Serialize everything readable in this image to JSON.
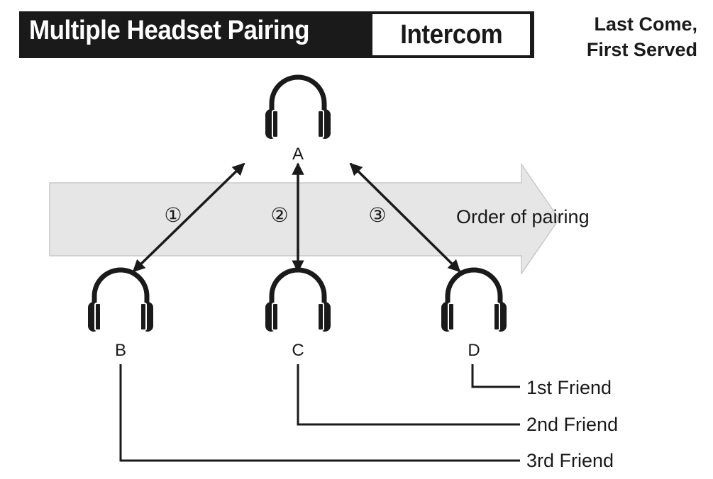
{
  "header": {
    "title": "Multiple Headset Pairing",
    "tag": "Intercom"
  },
  "note": {
    "line1": "Last Come,",
    "line2": "First Served"
  },
  "diagram": {
    "arrow_label": "Order of pairing",
    "headsets": [
      "A",
      "B",
      "C",
      "D"
    ],
    "steps": [
      "①",
      "②",
      "③"
    ],
    "friends": [
      "1st Friend",
      "2nd Friend",
      "3rd Friend"
    ]
  },
  "colors": {
    "ink": "#1a1a1a",
    "arrow_fill": "#e6e6e6",
    "arrow_stroke": "#c8c8c8"
  }
}
